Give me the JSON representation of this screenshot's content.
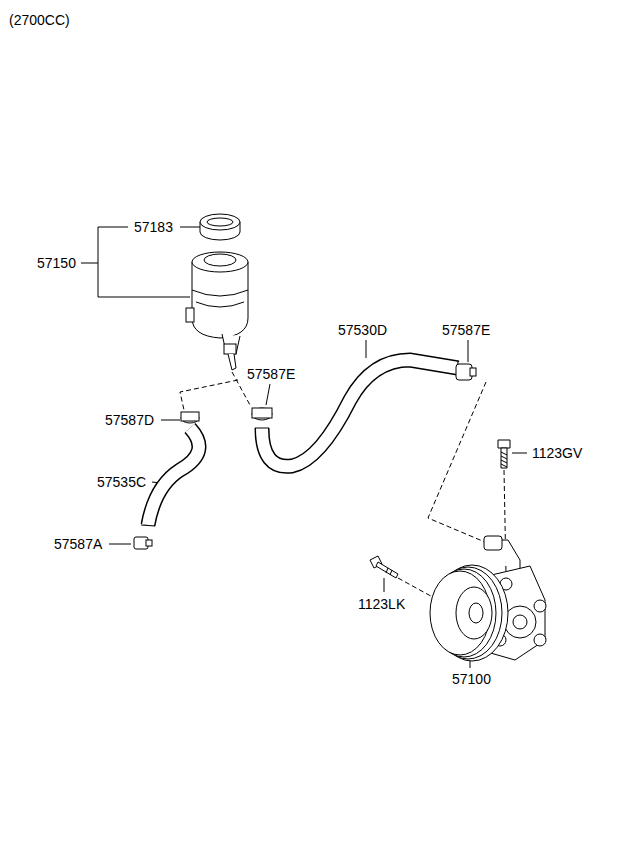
{
  "diagram": {
    "labels": [
      "(2700CC)",
      "57183",
      "57150",
      "57530D",
      "57587E",
      "57587E",
      "57587D",
      "57535C",
      "57587A",
      "1123GV",
      "1123LK",
      "57100"
    ]
  }
}
